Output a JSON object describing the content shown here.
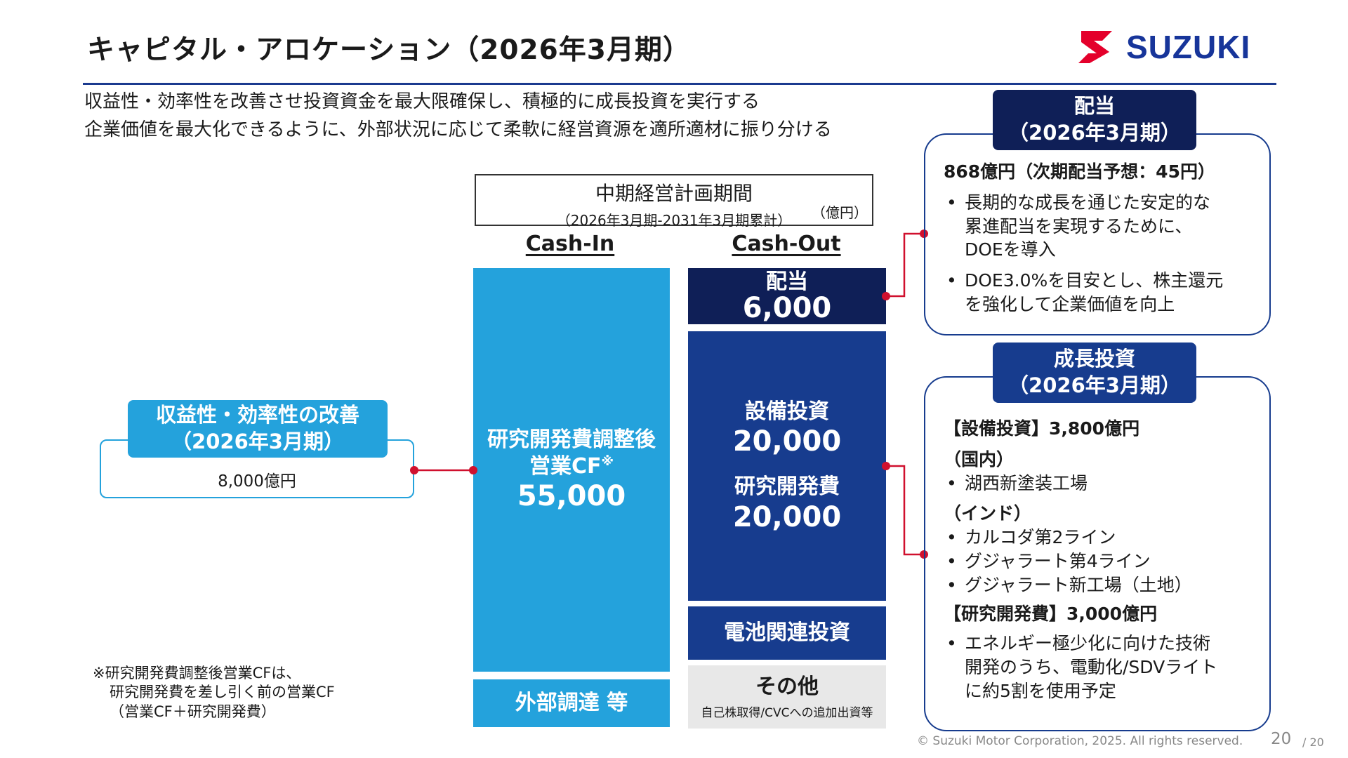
{
  "title": "キャピタル・アロケーション（2026年3月期）",
  "brand": {
    "name": "SUZUKI",
    "color": "#17359a",
    "mark_color": "#e4002b"
  },
  "intro": [
    "収益性・効率性を改善させ投資資金を最大限確保し、積極的に成長投資を実行する",
    "企業価値を最大化できるように、外部状況に応じて柔軟に経営資源を適所適材に振り分ける"
  ],
  "period": {
    "title": "中期経営計画期間",
    "subtitle": "（2026年3月期-2031年3月期累計）",
    "unit": "（億円）"
  },
  "cash_in": {
    "header": "Cash-In",
    "main": {
      "label1": "研究開発費調整後",
      "label2": "営業CF",
      "mark": "※",
      "value": "55,000"
    },
    "external": "外部調達 等"
  },
  "cash_out": {
    "header": "Cash-Out",
    "dividend": {
      "label": "配当",
      "value": "6,000"
    },
    "capex": {
      "label": "設備投資",
      "value": "20,000"
    },
    "rnd": {
      "label": "研究開発費",
      "value": "20,000"
    },
    "battery": "電池関連投資",
    "other": {
      "label": "その他",
      "note": "自己株取得/CVCへの追加出資等"
    }
  },
  "efficiency": {
    "title1": "収益性・効率性の改善",
    "title2": "（2026年3月期）",
    "value": "8,000億円"
  },
  "dividend_card": {
    "tab1": "配当",
    "tab2": "（2026年3月期）",
    "headline": "868億円（次期配当予想：45円）",
    "bullets": [
      [
        "長期的な成長を通じた安定的な",
        "累進配当を実現するために、",
        "DOEを導入"
      ],
      [
        "DOE3.0%を目安とし、株主還元",
        "を強化して企業価値を向上"
      ]
    ]
  },
  "growth_card": {
    "tab1": "成長投資",
    "tab2": "（2026年3月期）",
    "capex_head": "【設備投資】3,800億円",
    "domestic": "（国内）",
    "domestic_items": [
      "湖西新塗装工場"
    ],
    "india": "（インド）",
    "india_items": [
      "カルコダ第2ライン",
      "グジャラート第4ライン",
      "グジャラート新工場（土地）"
    ],
    "rnd_head": "【研究開発費】3,000億円",
    "rnd_items": [
      [
        "エネルギー極少化に向けた技術",
        "開発のうち、電動化/SDVライト",
        "に約5割を使用予定"
      ]
    ]
  },
  "note": [
    "※研究開発費調整後営業CFは、",
    "研究開発費を差し引く前の営業CF",
    "（営業CF＋研究開発費）"
  ],
  "footer": {
    "copyright": "© Suzuki Motor Corporation, 2025. All rights reserved.",
    "page": "20",
    "total": "/ 20"
  },
  "colors": {
    "light_blue": "#24a2dc",
    "mid_blue": "#173c8e",
    "dark_navy": "#0f1f57",
    "connector_red": "#d0102e",
    "grey": "#e8e8e8"
  }
}
